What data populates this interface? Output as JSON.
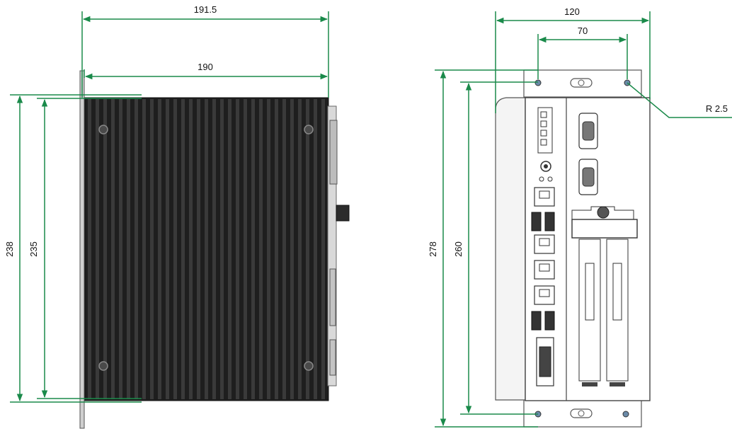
{
  "dimensions": {
    "side_view": {
      "overall_width": "191.5",
      "body_width": "190",
      "overall_height": "238",
      "body_height": "235"
    },
    "front_view": {
      "overall_width": "120",
      "mount_hole_spacing": "70",
      "overall_height": "278",
      "mount_hole_height": "260",
      "hole_radius": "R 2.5"
    }
  },
  "colors": {
    "dimension_line": "#1a8a4a",
    "heatsink_dark": "#1e1e1e",
    "heatsink_fin": "#3a3a3a",
    "outline": "#444444"
  }
}
